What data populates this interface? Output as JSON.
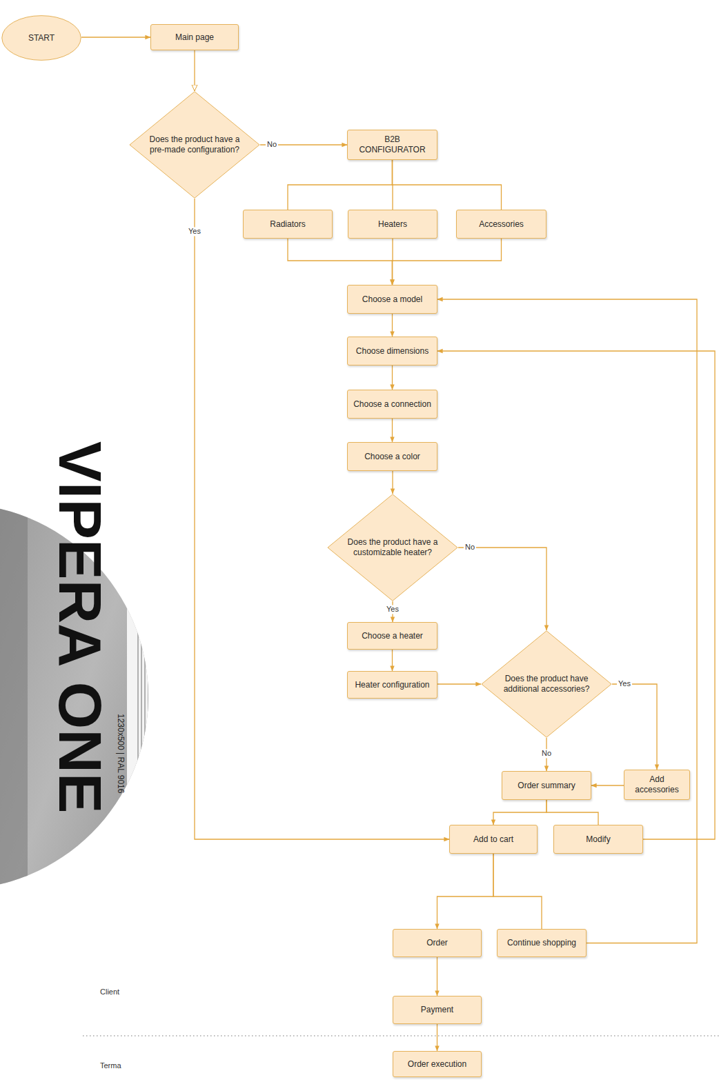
{
  "diagram": {
    "nodes": [
      {
        "text": [
          "START"
        ]
      },
      {
        "text": [
          "Main page"
        ]
      },
      {
        "text": [
          "Does the product have a pre-made configuration?"
        ]
      },
      {
        "text": [
          "B2B CONFIGURATOR"
        ]
      },
      {
        "text": [
          "Radiators"
        ]
      },
      {
        "text": [
          "Heaters"
        ]
      },
      {
        "text": [
          "Accessories"
        ]
      },
      {
        "text": [
          "Choose a model"
        ]
      },
      {
        "text": [
          "Choose dimensions"
        ]
      },
      {
        "text": [
          "Choose a connection"
        ]
      },
      {
        "text": [
          "Choose a color"
        ]
      },
      {
        "text": [
          "Does the product have a customizable heater?"
        ]
      },
      {
        "text": [
          "Choose a heater"
        ]
      },
      {
        "text": [
          "Heater configuration"
        ]
      },
      {
        "text": [
          "Does the product have additional accessories?"
        ]
      },
      {
        "text": [
          "Add accessories"
        ]
      },
      {
        "text": [
          "Order summary"
        ]
      },
      {
        "text": [
          "Add to cart"
        ]
      },
      {
        "text": [
          "Modify"
        ]
      },
      {
        "text": [
          "Order"
        ]
      },
      {
        "text": [
          "Continue shopping"
        ]
      },
      {
        "text": [
          "Payment"
        ]
      },
      {
        "text": [
          "Order execution"
        ]
      }
    ],
    "edges": [
      {
        "from": 0,
        "to": 1,
        "arrow": "to"
      },
      {
        "from": 1,
        "to": 2,
        "arrow": "to"
      },
      {
        "from": 2,
        "to": 3,
        "label": "No",
        "arrow": "to"
      },
      {
        "from": 2,
        "to": 17,
        "label": "Yes",
        "arrow": "to"
      },
      {
        "from": 3,
        "to": 4,
        "arrow": "none"
      },
      {
        "from": 3,
        "to": 5,
        "arrow": "none"
      },
      {
        "from": 3,
        "to": 6,
        "arrow": "none"
      },
      {
        "from": 4,
        "to": 7,
        "arrow": "to"
      },
      {
        "from": 5,
        "to": 7,
        "arrow": "to"
      },
      {
        "from": 6,
        "to": 7,
        "arrow": "to"
      },
      {
        "from": 7,
        "to": 8,
        "arrow": "to"
      },
      {
        "from": 8,
        "to": 9,
        "arrow": "to"
      },
      {
        "from": 9,
        "to": 10,
        "arrow": "to"
      },
      {
        "from": 10,
        "to": 11,
        "arrow": "to"
      },
      {
        "from": 11,
        "to": 12,
        "label": "Yes",
        "arrow": "to"
      },
      {
        "from": 11,
        "to": 14,
        "label": "No",
        "arrow": "to"
      },
      {
        "from": 12,
        "to": 13,
        "arrow": "to"
      },
      {
        "from": 13,
        "to": 14,
        "arrow": "to"
      },
      {
        "from": 14,
        "to": 15,
        "label": "Yes",
        "arrow": "to"
      },
      {
        "from": 14,
        "to": 16,
        "label": "No",
        "arrow": "to"
      },
      {
        "from": 15,
        "to": 16,
        "arrow": "to"
      },
      {
        "from": 16,
        "to": 17,
        "arrow": "to"
      },
      {
        "from": 16,
        "to": 18,
        "arrow": "none"
      },
      {
        "from": 18,
        "to": 8,
        "arrow": "to"
      },
      {
        "from": 17,
        "to": 19,
        "arrow": "to"
      },
      {
        "from": 17,
        "to": 20,
        "arrow": "none"
      },
      {
        "from": 20,
        "to": 7,
        "arrow": "to"
      },
      {
        "from": 19,
        "to": 21,
        "arrow": "to"
      },
      {
        "from": 21,
        "to": 22,
        "arrow": "to"
      }
    ],
    "labels": [
      "VIPERA ONE",
      "1230x500 | RAL 9016",
      "Client",
      "Terma"
    ]
  }
}
